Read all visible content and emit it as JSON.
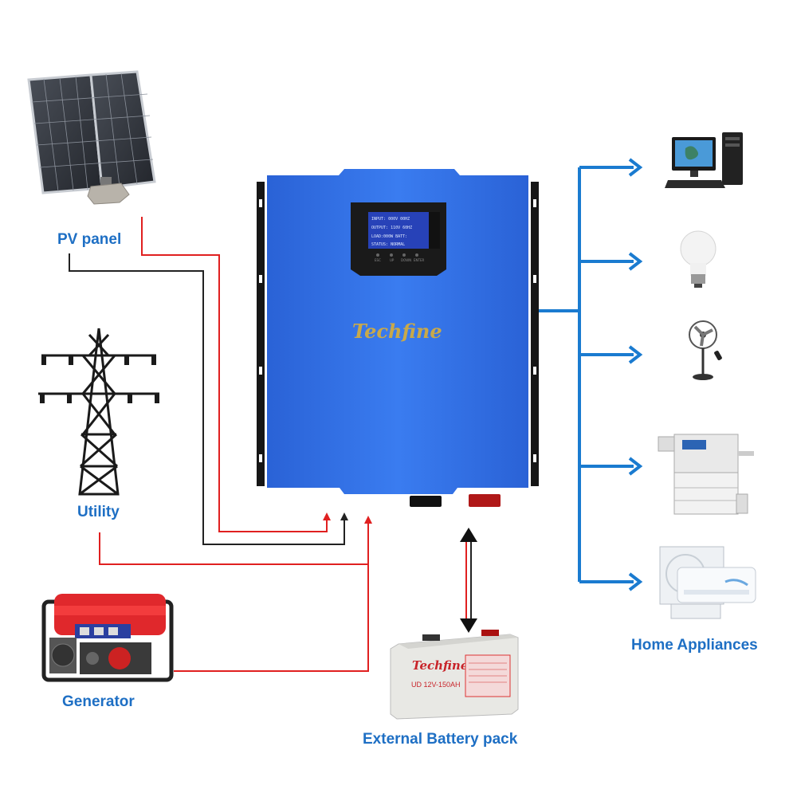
{
  "labels": {
    "pv_panel": "PV panel",
    "utility": "Utility",
    "generator": "Generator",
    "battery": "External Battery pack",
    "appliances": "Home Appliances"
  },
  "inverter": {
    "brand": "Techfine",
    "lcd_lines": [
      "INPUT: 000V 00HZ",
      "OUTPUT: 110V 60HZ",
      "LOAD:000W BATT:",
      "STATUS: NORMAL"
    ],
    "buttons": [
      "ESC",
      "UP",
      "DOWN",
      "ENTER"
    ]
  },
  "battery": {
    "brand": "Techfine",
    "model": "UD 12V-150AH"
  },
  "colors": {
    "label_blue": "#1e6fc4",
    "inverter_blue": "#2f6fe0",
    "wire_red": "#e02020",
    "wire_black": "#222222",
    "output_blue": "#1a7bd0",
    "brand_gold": "#c9a94a"
  },
  "icons": [
    "solar-panel-icon",
    "transmission-tower-icon",
    "generator-icon",
    "battery-icon",
    "computer-icon",
    "light-bulb-icon",
    "fan-icon",
    "printer-icon",
    "air-conditioner-icon"
  ]
}
